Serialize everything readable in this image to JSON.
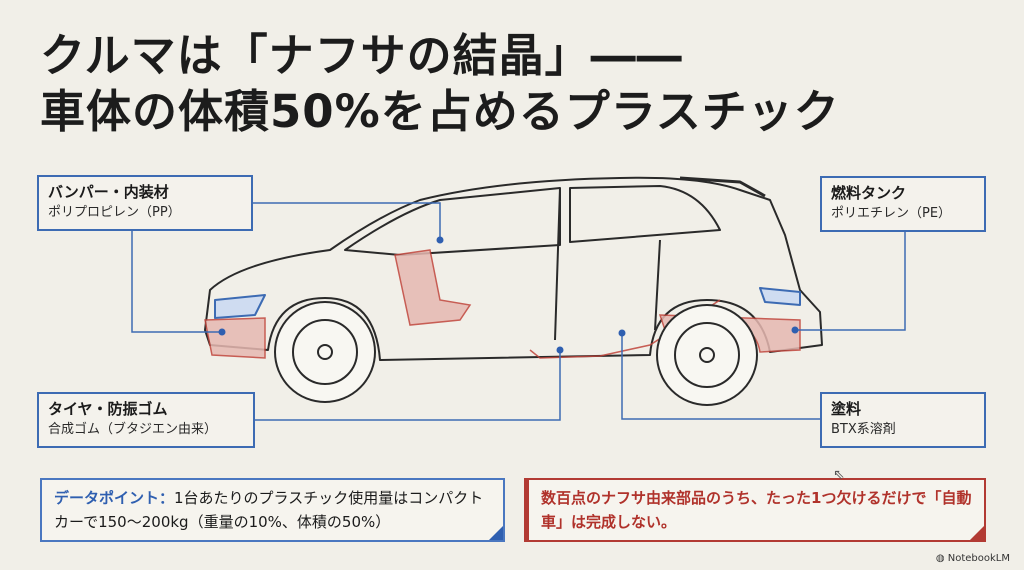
{
  "title": {
    "line1": "クルマは「ナフサの結晶」――",
    "line2": "車体の体積50%を占めるプラスチック"
  },
  "labels": [
    {
      "heading": "バンパー・内装材",
      "sub": "ポリプロピレン（PP）"
    },
    {
      "heading": "タイヤ・防振ゴム",
      "sub": "合成ゴム（ブタジエン由来）"
    },
    {
      "heading": "燃料タンク",
      "sub": "ポリエチレン（PE）"
    },
    {
      "heading": "塗料",
      "sub": "BTX系溶剤"
    }
  ],
  "notes": {
    "data_point_key": "データポイント：",
    "data_point_text": "1台あたりのプラスチック使用量はコンパクトカーで150〜200kg（重量の10%、体積の50%）",
    "message": "数百点のナフサ由来部品のうち、たった1つ欠けるだけで「自動車」は完成しない。"
  },
  "brand": "NotebookLM",
  "colors": {
    "accent_blue": "#3d6bb3",
    "accent_red": "#b23a33",
    "background": "#f1efe8"
  }
}
